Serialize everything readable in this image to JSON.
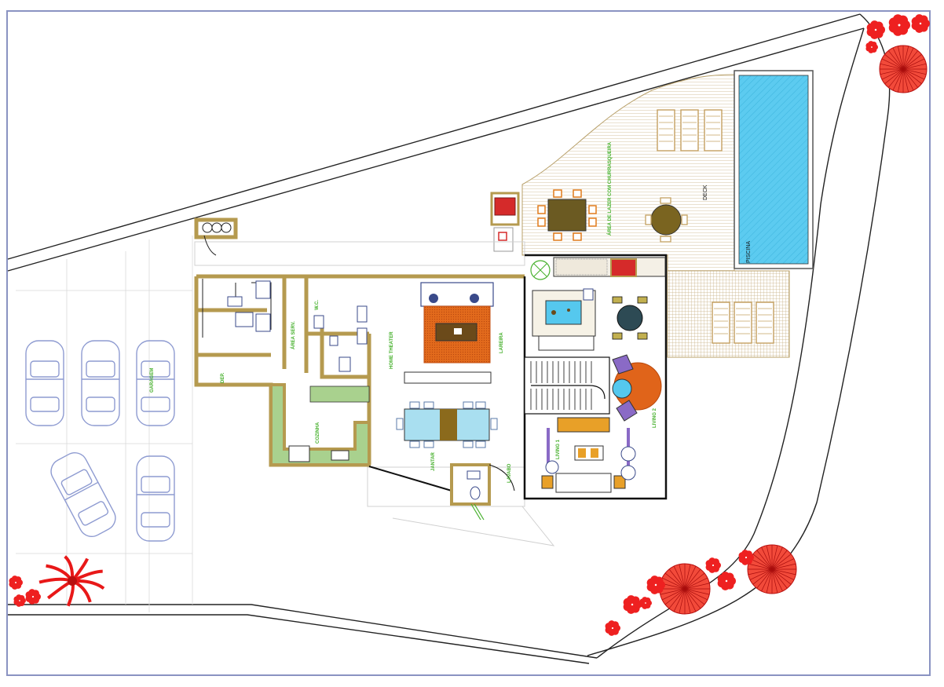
{
  "labels": {
    "deck": "DECK",
    "pool": "PISCINA",
    "living1": "LIVING 1",
    "home_theater": "HOME THEATER",
    "jantar": "JANTAR",
    "cozinha": "COZINHA",
    "lavabo": "LAVABO",
    "escada_living2": "LIVING 2",
    "dep": "DEP.",
    "suite_servico": "W.C.",
    "area_servico": "ÁREA SERV.",
    "garage_note": "GARAGEM",
    "gourmet": "ÁREA DE LAZER COM CHURRASQUEIRA",
    "lareira": "LAREIRA"
  },
  "colors": {
    "site_border": "#8a93c2",
    "wall": "#b59a4f",
    "wall_dark": "#1a1a1a",
    "pool_water": "#55c8ee",
    "deck_wood": "#d9c9a6",
    "tree_red": "#e81818",
    "kitchen_green": "#a9d18e",
    "car_line": "#8e9bd1",
    "rug_orange": "#e0641a",
    "dining_blue": "#a9dff0"
  }
}
